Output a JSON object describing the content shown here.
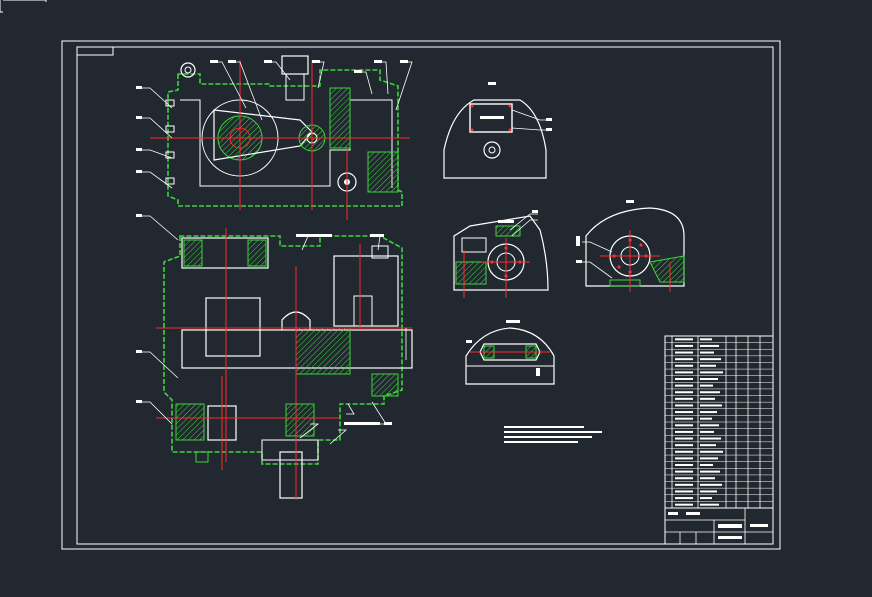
{
  "drawing": {
    "background_color": "#212830",
    "line_color": "#ffffff",
    "part_color": "#3dd43d",
    "centerline_color": "#ff2a2a",
    "hatch_color": "#3dd43d"
  },
  "views": [
    "front-section-view",
    "top-section-view",
    "side-view-a",
    "side-view-b",
    "side-view-c",
    "detail-view"
  ],
  "title_block": {
    "parts_list_rows": 26,
    "title_rows": 3
  }
}
